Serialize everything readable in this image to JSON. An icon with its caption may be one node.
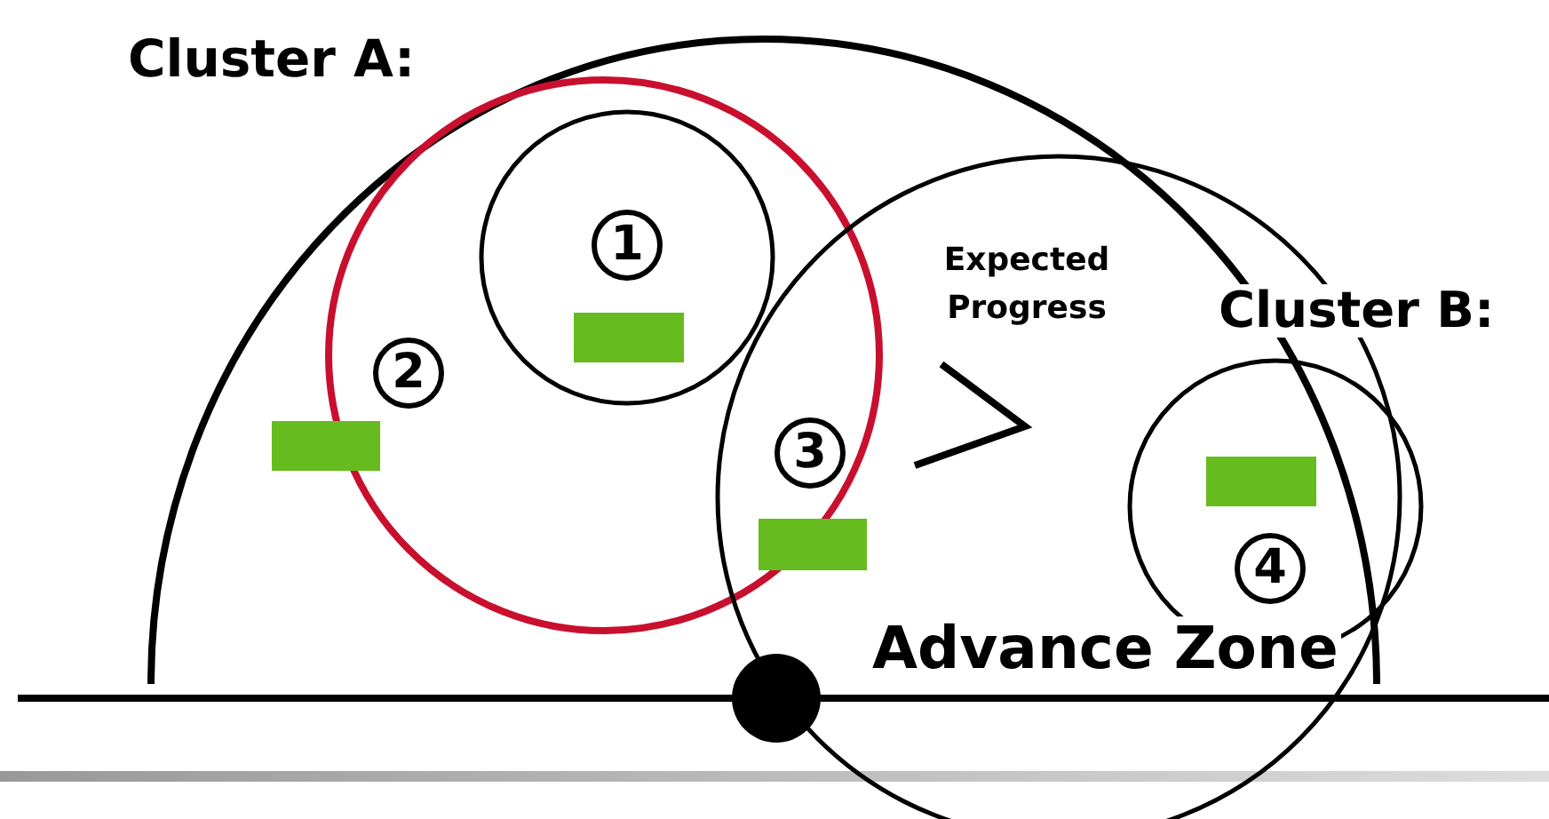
{
  "diagram": {
    "labels": [
      "Cluster A:",
      "1",
      "Expected Progress",
      "Cluster B:",
      "2",
      "3",
      "4",
      "Advance Zone"
    ]
  }
}
